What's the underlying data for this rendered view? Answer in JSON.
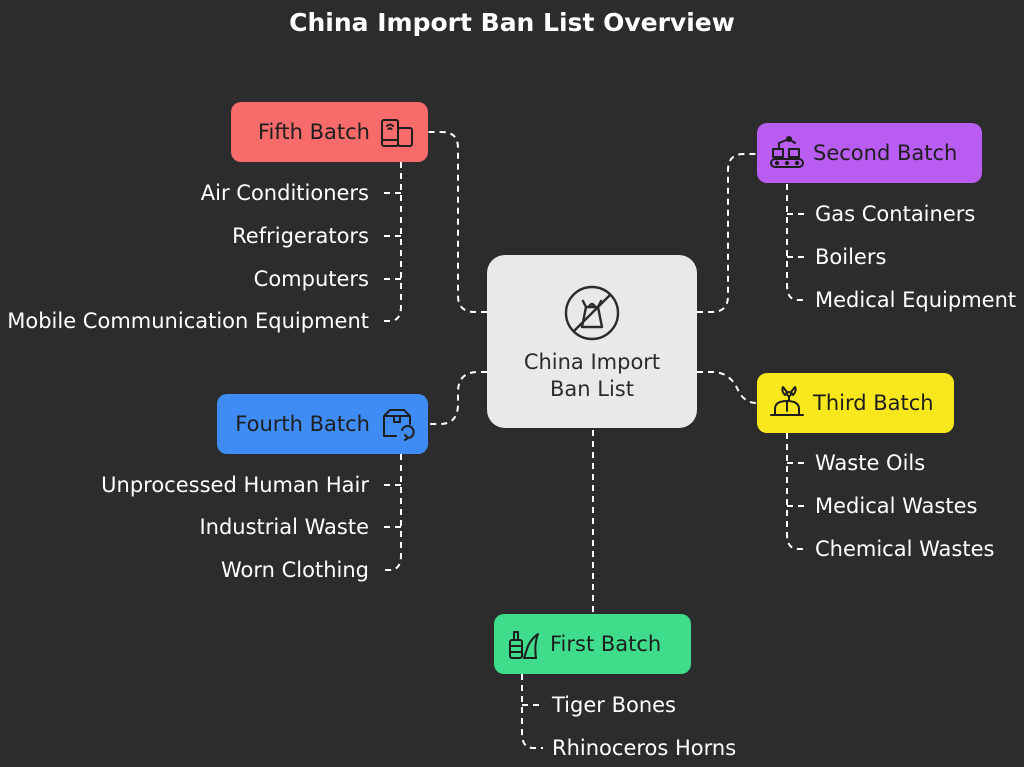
{
  "title": "China Import Ban List Overview",
  "center": {
    "label_line1": "China Import",
    "label_line2": "Ban List",
    "icon": "no-plastic-bag-icon"
  },
  "batches": {
    "fifth": {
      "label": "Fifth Batch",
      "color": "#f76b6b",
      "icon": "devices-icon",
      "items": [
        "Air Conditioners",
        "Refrigerators",
        "Computers",
        "Mobile Communication Equipment"
      ]
    },
    "fourth": {
      "label": "Fourth Batch",
      "color": "#3f8cf5",
      "icon": "recycle-box-icon",
      "items": [
        "Unprocessed Human Hair",
        "Industrial Waste",
        "Worn Clothing"
      ]
    },
    "second": {
      "label": "Second Batch",
      "color": "#b95cf2",
      "icon": "conveyor-robot-icon",
      "items": [
        "Gas Containers",
        "Boilers",
        "Medical Equipment"
      ]
    },
    "third": {
      "label": "Third Batch",
      "color": "#f8e71c",
      "icon": "radioactive-helmet-icon",
      "items": [
        "Waste Oils",
        "Medical Wastes",
        "Chemical Wastes"
      ]
    },
    "first": {
      "label": "First Batch",
      "color": "#3fdc8c",
      "icon": "bones-horn-icon",
      "items": [
        "Tiger Bones",
        "Rhinoceros Horns"
      ]
    }
  }
}
